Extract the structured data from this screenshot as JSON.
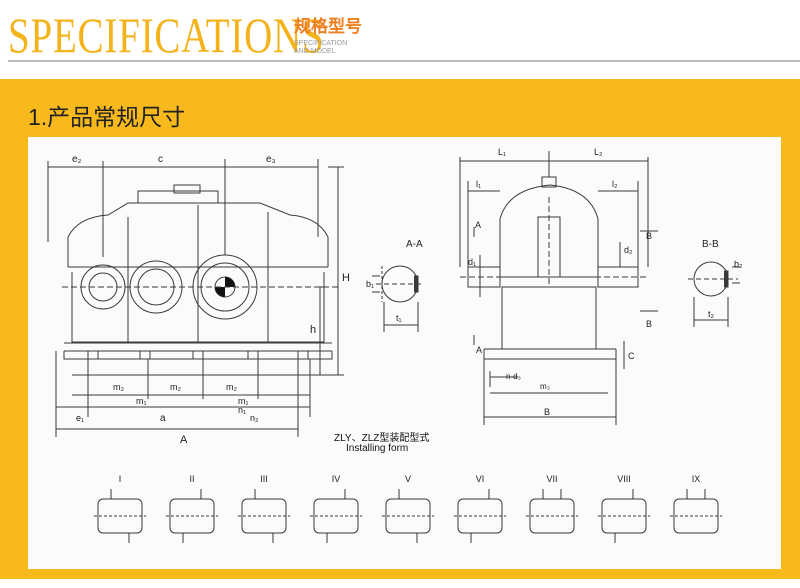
{
  "header": {
    "title_en": "SPECIFICATIONS",
    "title_cn": "规格型号",
    "subtitle_line1": "SPECIFICATION",
    "subtitle_line2": "AND MODEL"
  },
  "section": {
    "title": "1.产品常规尺寸"
  },
  "front_view": {
    "labels": {
      "e2": "e₂",
      "c": "c",
      "e3": "e₃",
      "H": "H",
      "h": "h",
      "m2": "m₂",
      "m1": "m₁",
      "e1": "e₁",
      "a": "a",
      "n2": "n₂",
      "n1": "n₁",
      "A": "A"
    }
  },
  "section_aa": {
    "title": "A-A",
    "b1": "b₁",
    "t1": "t₁"
  },
  "side_view": {
    "labels": {
      "L1": "L₁",
      "L2": "L₂",
      "l1": "l₁",
      "l2": "l₂",
      "A_top": "A",
      "d1": "d₁",
      "d2": "d₂",
      "B_right": "B",
      "B_low": "B",
      "A_low": "A",
      "C": "C",
      "n_d3": "n-d₃",
      "m3": "m₃",
      "B": "B"
    }
  },
  "section_bb": {
    "title": "B-B",
    "b2": "b₂",
    "t2": "t₂"
  },
  "installing": {
    "caption_cn": "ZLY、ZLZ型装配型式",
    "caption_en": "Installing form",
    "forms": [
      "I",
      "II",
      "III",
      "IV",
      "V",
      "VI",
      "VII",
      "VIII",
      "IX"
    ]
  },
  "colors": {
    "panel": "#f8b91d",
    "title_en": "#f4b31b",
    "title_cn": "#f07f1f",
    "line": "#3a3a3a"
  }
}
